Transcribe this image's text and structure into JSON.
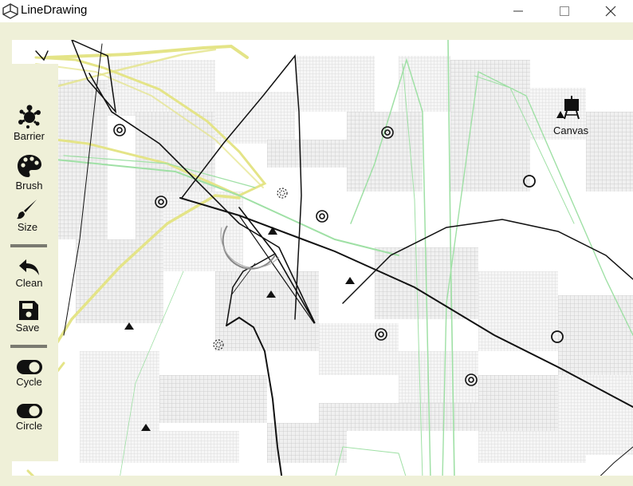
{
  "window": {
    "title": "LineDrawing",
    "minimize_icon": "minimize-icon",
    "maximize_icon": "maximize-icon",
    "close_icon": "close-icon"
  },
  "toolbar": {
    "items": [
      {
        "id": "barrier",
        "label": "Barrier",
        "icon": "splat-icon"
      },
      {
        "id": "brush",
        "label": "Brush",
        "icon": "palette-icon"
      },
      {
        "id": "size",
        "label": "Size",
        "icon": "brush-icon"
      },
      {
        "id": "clean",
        "label": "Clean",
        "icon": "undo-arrow-icon"
      },
      {
        "id": "save",
        "label": "Save",
        "icon": "floppy-disk-icon"
      },
      {
        "id": "cycle",
        "label": "Cycle",
        "icon": "toggle-icon",
        "state": "on"
      },
      {
        "id": "circle",
        "label": "Circle",
        "icon": "toggle-icon",
        "state": "on"
      }
    ]
  },
  "canvas": {
    "label": "Canvas",
    "icon": "easel-icon",
    "colors": {
      "frame": "#eff0d8",
      "background": "#ffffff",
      "grid_tiles": "#d9d9d9",
      "yellow_stroke": "#e6e68a",
      "green_stroke": "#9fe3a8",
      "black_stroke": "#111111"
    }
  }
}
